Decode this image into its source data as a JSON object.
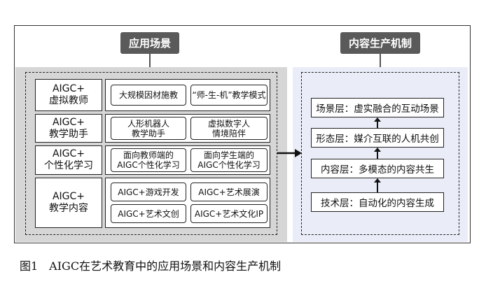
{
  "headers": {
    "left": "应用场景",
    "right": "内容生产机制"
  },
  "scenarios": [
    {
      "label": [
        "AIGC+",
        "虚拟教师"
      ],
      "chips": [
        [
          "大规模因材施教"
        ],
        [
          "“师-生-机”教学模式"
        ]
      ]
    },
    {
      "label": [
        "AIGC+",
        "教学助手"
      ],
      "chips": [
        [
          "人形机器人",
          "教学助手"
        ],
        [
          "虚拟数字人",
          "情境陪伴"
        ]
      ]
    },
    {
      "label": [
        "AIGC+",
        "个性化学习"
      ],
      "chips": [
        [
          "面向教师端的",
          "AIGC个性化学习"
        ],
        [
          "面向学生端的",
          "AIGC个性化学习"
        ]
      ]
    },
    {
      "label": [
        "AIGC+",
        "教学内容"
      ],
      "chips": [
        [
          "AIGC+游戏开发"
        ],
        [
          "AIGC+艺术展演"
        ],
        [
          "AIGC+艺术文创"
        ],
        [
          "AIGC+艺术文化IP"
        ]
      ]
    }
  ],
  "layers": [
    "场景层：虚实融合的互动场景",
    "形态层：媒介互联的人机共创",
    "内容层：多模态的内容共生",
    "技术层：自动化的内容生成"
  ],
  "caption": "图1　AIGC在艺术教育中的应用场景和内容生产机制",
  "colors": {
    "header_bg": "#5a5a5a",
    "left_panel": "#d6d6d6",
    "right_panel": "#eaedf7"
  }
}
